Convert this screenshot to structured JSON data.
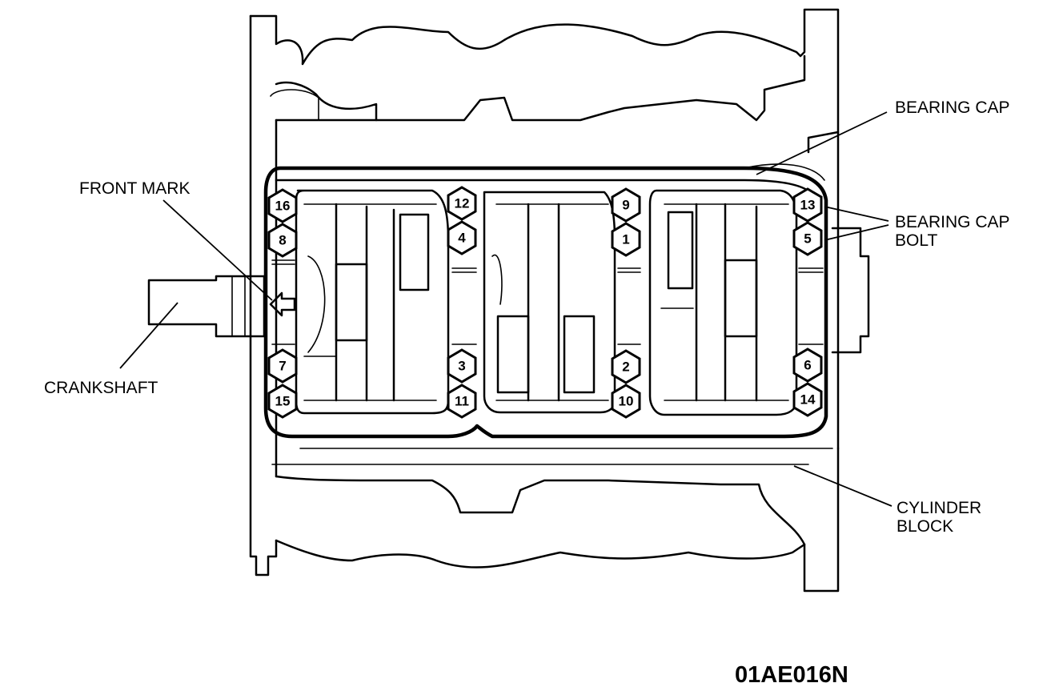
{
  "labels": {
    "bearing_cap": "BEARING CAP",
    "bearing_cap_bolt_line1": "BEARING CAP",
    "bearing_cap_bolt_line2": "BOLT",
    "front_mark": "FRONT MARK",
    "crankshaft": "CRANKSHAFT",
    "cylinder_block_line1": "CYLINDER",
    "cylinder_block_line2": "BLOCK"
  },
  "figure_code": "01AE016N",
  "bolts": [
    {
      "number": "16",
      "column": "front",
      "row": "upper-outer"
    },
    {
      "number": "8",
      "column": "front",
      "row": "upper-inner"
    },
    {
      "number": "7",
      "column": "front",
      "row": "lower-inner"
    },
    {
      "number": "15",
      "column": "front",
      "row": "lower-outer"
    },
    {
      "number": "12",
      "column": "second",
      "row": "upper-outer"
    },
    {
      "number": "4",
      "column": "second",
      "row": "upper-inner"
    },
    {
      "number": "3",
      "column": "second",
      "row": "lower-inner"
    },
    {
      "number": "11",
      "column": "second",
      "row": "lower-outer"
    },
    {
      "number": "9",
      "column": "center",
      "row": "upper-outer"
    },
    {
      "number": "1",
      "column": "center",
      "row": "upper-inner"
    },
    {
      "number": "2",
      "column": "center",
      "row": "lower-inner"
    },
    {
      "number": "10",
      "column": "center",
      "row": "lower-outer"
    },
    {
      "number": "13",
      "column": "rear",
      "row": "upper-outer"
    },
    {
      "number": "5",
      "column": "rear",
      "row": "upper-inner"
    },
    {
      "number": "6",
      "column": "rear",
      "row": "lower-inner"
    },
    {
      "number": "14",
      "column": "rear",
      "row": "lower-outer"
    }
  ]
}
